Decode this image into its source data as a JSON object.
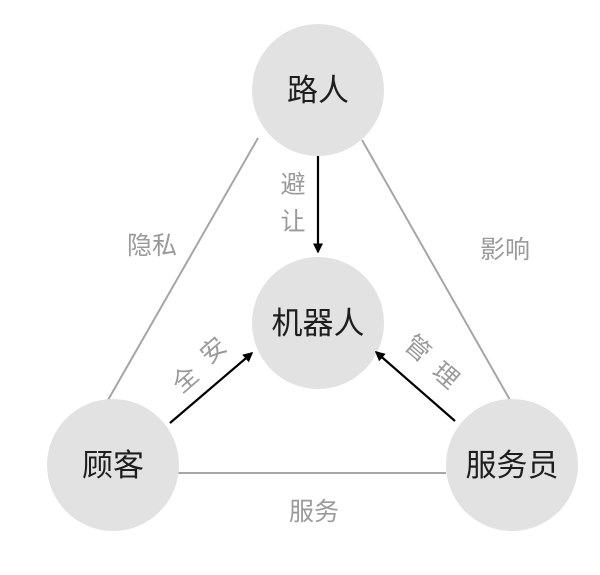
{
  "nodes": {
    "pedestrian": "路人",
    "robot": "机器人",
    "customer": "顾客",
    "staff": "服务员"
  },
  "edges": {
    "customer_pedestrian": "隐私",
    "pedestrian_staff": "影响",
    "customer_staff": "服务",
    "pedestrian_robot": [
      "避",
      "让"
    ],
    "customer_robot": [
      "安",
      "全"
    ],
    "staff_robot": [
      "管",
      "理"
    ]
  },
  "colors": {
    "node_fill": "#e2e2e2",
    "node_text": "#1e1e1e",
    "edge_line": "#a6a6a6",
    "arrow": "#000000",
    "edge_label": "#9a9a9a"
  }
}
